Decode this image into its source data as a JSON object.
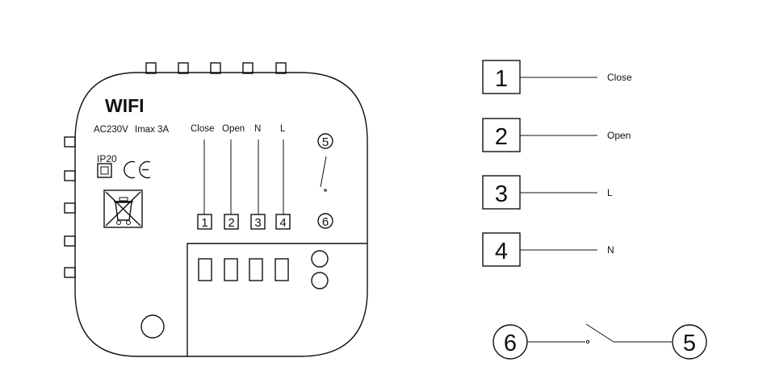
{
  "device": {
    "title": "WIFI",
    "rating_voltage": "AC230V",
    "rating_current": "Imax 3A",
    "ip_rating": "IP20",
    "ce_mark": "CE",
    "terminals": [
      {
        "label": "Close",
        "number": "1"
      },
      {
        "label": "Open",
        "number": "2"
      },
      {
        "label": "N",
        "number": "3"
      },
      {
        "label": "L",
        "number": "4"
      }
    ],
    "switch_top": "5",
    "switch_bottom": "6"
  },
  "legend": {
    "rows": [
      {
        "number": "1",
        "label": "Close"
      },
      {
        "number": "2",
        "label": "Open"
      },
      {
        "number": "3",
        "label": "L"
      },
      {
        "number": "4",
        "label": "N"
      }
    ],
    "switch_left": "6",
    "switch_right": "5"
  },
  "icons": {
    "weee": "crossed-bin-icon",
    "ip": "double-square-icon"
  }
}
